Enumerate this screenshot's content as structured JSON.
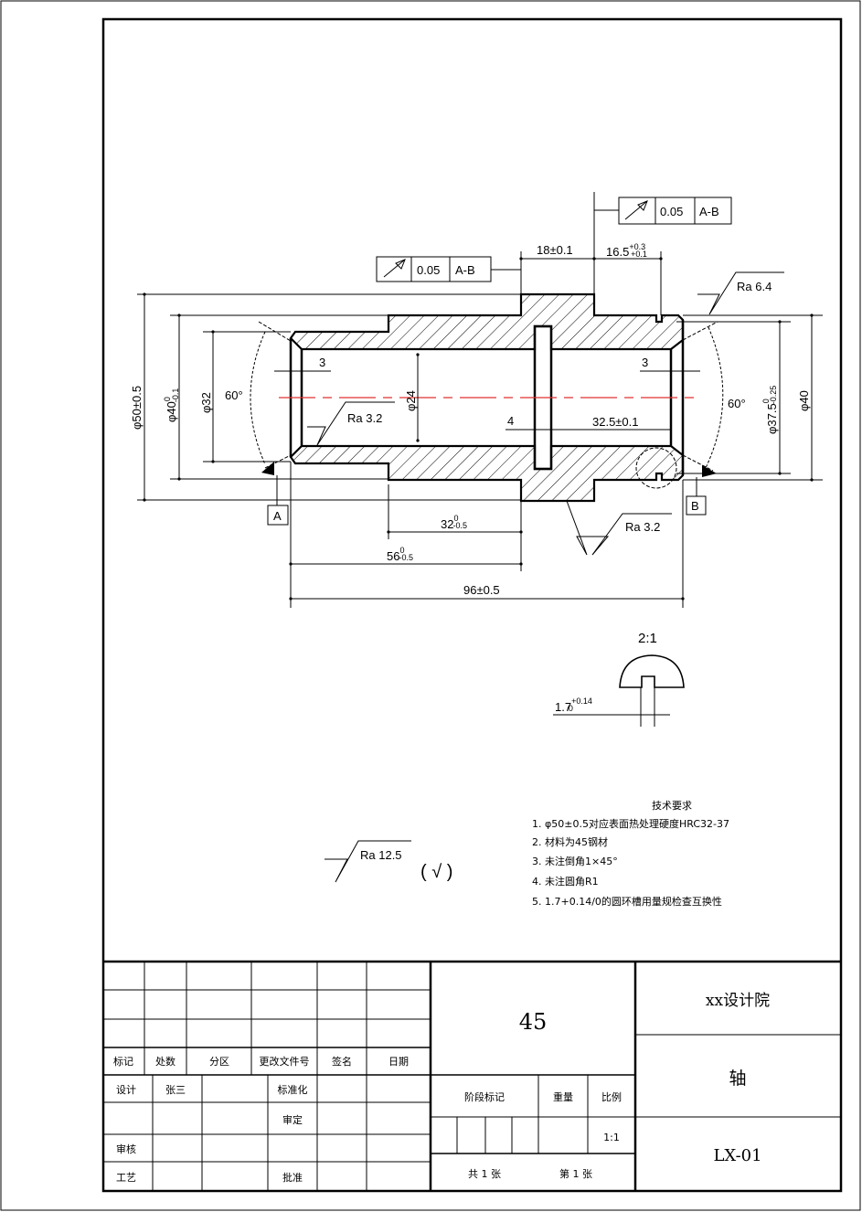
{
  "colors": {
    "centerline": "#e03030",
    "line": "#000000"
  },
  "drawing": {
    "dia50": "φ50±0.5",
    "dia40_left": "φ40",
    "dia40_left_tol_up": "0",
    "dia40_left_tol_low": "-0.1",
    "dia32": "φ32",
    "dia24": "φ24",
    "angle_left": "60°",
    "angle_right": "60°",
    "chamfer_left": "3",
    "chamfer_right": "3",
    "groove_width": "4",
    "len_32_5": "32.5±0.1",
    "dia37_5": "φ37.5",
    "dia37_5_tol_up": "0",
    "dia37_5_tol_low": "-0.25",
    "dia40_right": "φ40",
    "len_18": "18±0.1",
    "len_16_5": "16.5",
    "len_16_5_tol_up": "+0.3",
    "len_16_5_tol_low": "+0.1",
    "len_32": "32",
    "len_32_tol_up": "0",
    "len_32_tol_low": "-0.5",
    "len_56": "56",
    "len_56_tol_up": "0",
    "len_56_tol_low": "-0.5",
    "len_96": "96±0.5",
    "datum_a": "A",
    "datum_b": "B",
    "fcf_1": {
      "symbol": "circular-runout",
      "value": "0.05",
      "datum": "A-B"
    },
    "fcf_2": {
      "symbol": "circular-runout",
      "value": "0.05",
      "datum": "A-B"
    },
    "ra_inner": "Ra 3.2",
    "ra_top_right": "Ra 6.4",
    "ra_bottom": "Ra 3.2"
  },
  "detail": {
    "scale": "2:1",
    "width": "1.7",
    "tol_up": "+0.14",
    "tol_low": "0"
  },
  "general_roughness": {
    "ra": "Ra 12.5",
    "other": "( √ )"
  },
  "tech_requirements": {
    "title": "技术要求",
    "items": [
      "1. φ50±0.5对应表面热处理硬度HRC32-37",
      "2. 材料为45钢材",
      "3. 未注倒角1×45°",
      "4. 未注圆角R1",
      "5. 1.7+0.14/0的圆环槽用量规检查互换性"
    ]
  },
  "title_block": {
    "rev_headers": [
      "标记",
      "处数",
      "分区",
      "更改文件号",
      "签名",
      "日期"
    ],
    "design": "设计",
    "designer": "张三",
    "standardize": "标准化",
    "review": "审定",
    "check": "审核",
    "process": "工艺",
    "approve": "批准",
    "material": "45",
    "stage_mark": "阶段标记",
    "weight": "重量",
    "scale_label": "比例",
    "scale": "1:1",
    "sheets": "共 1 张",
    "sheet_no": "第 1 张",
    "company": "xx设计院",
    "part_name": "轴",
    "drawing_no": "LX-01"
  }
}
